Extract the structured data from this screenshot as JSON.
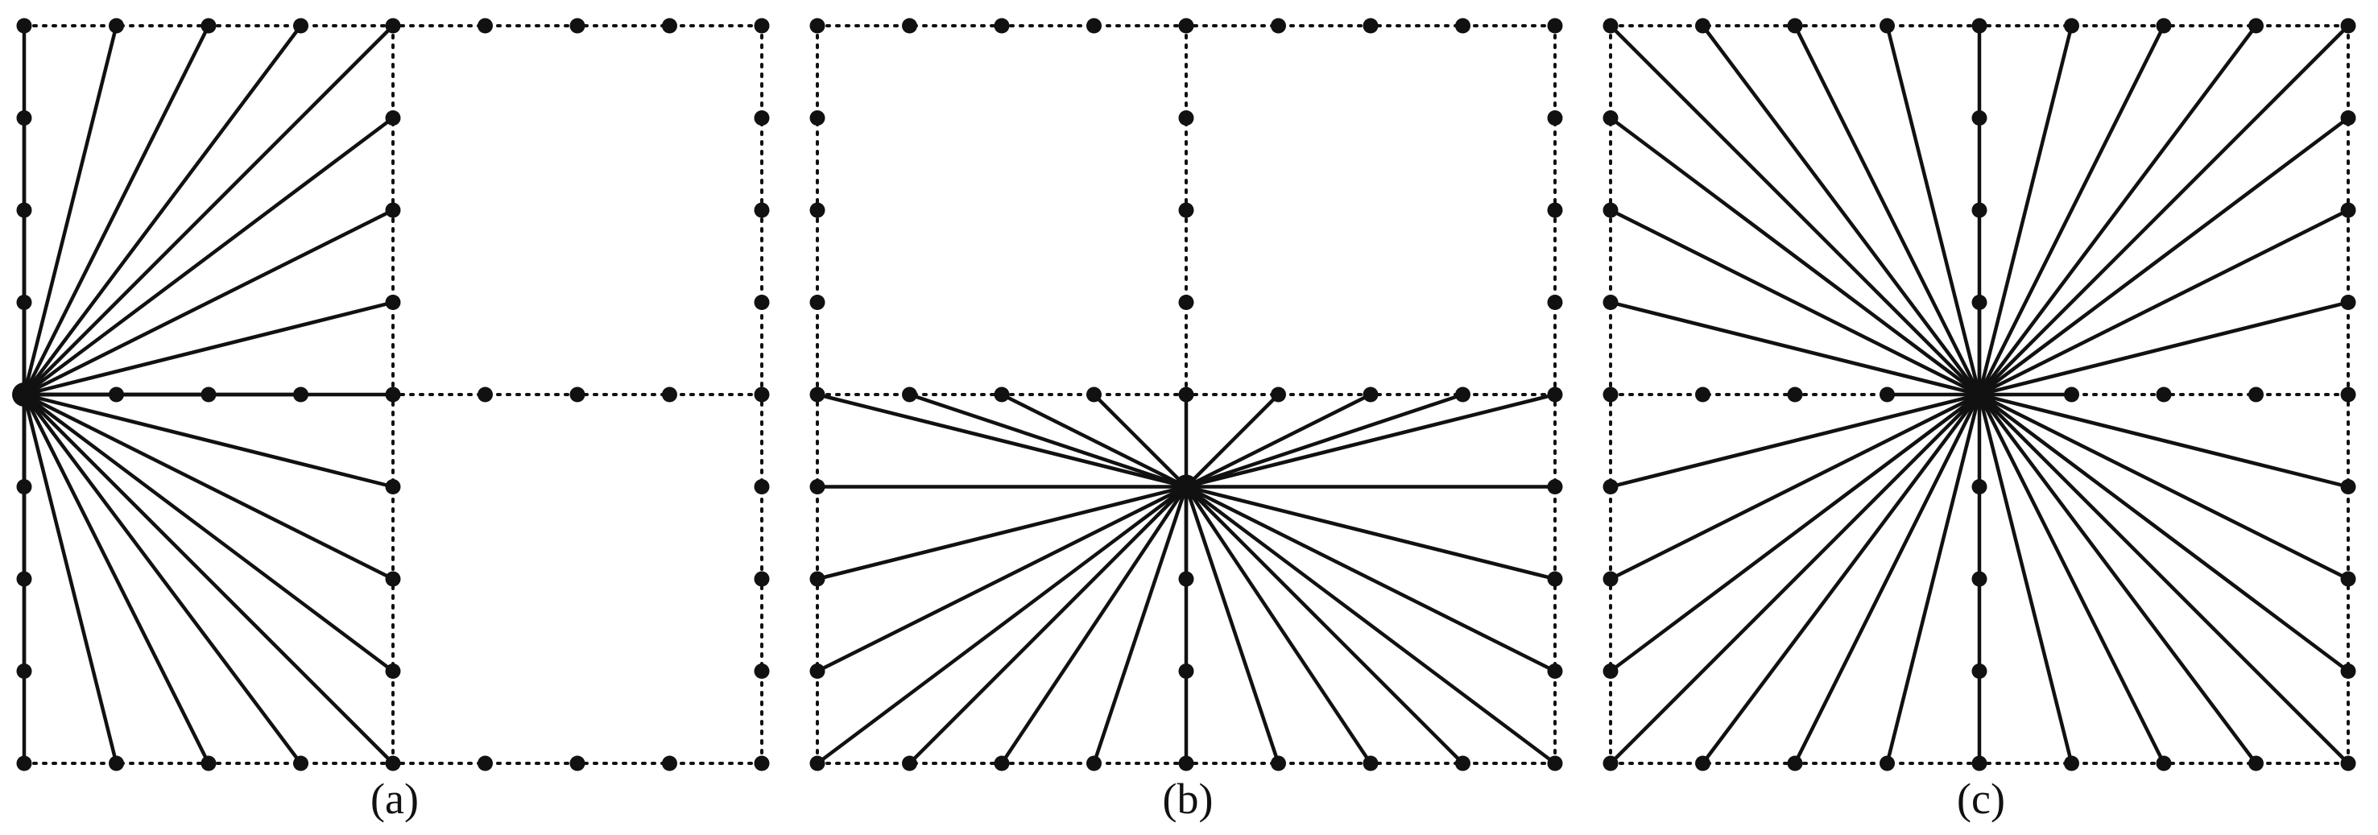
{
  "colors": {
    "ink": "#111111",
    "background": "#ffffff"
  },
  "grid": {
    "points_per_side": 9,
    "center_index": 4
  },
  "panels": [
    {
      "id": "a",
      "label": "(a)",
      "center": [
        0,
        4
      ],
      "dotted_rows": [
        0,
        4,
        8
      ],
      "dotted_cols": [
        0,
        4,
        8
      ],
      "rays": [
        [
          0,
          0
        ],
        [
          1,
          0
        ],
        [
          2,
          0
        ],
        [
          3,
          0
        ],
        [
          4,
          0
        ],
        [
          0,
          1
        ],
        [
          4,
          1
        ],
        [
          0,
          2
        ],
        [
          4,
          2
        ],
        [
          0,
          3
        ],
        [
          4,
          3
        ],
        [
          1,
          4
        ],
        [
          2,
          4
        ],
        [
          3,
          4
        ],
        [
          4,
          4
        ],
        [
          0,
          5
        ],
        [
          4,
          5
        ],
        [
          0,
          6
        ],
        [
          4,
          6
        ],
        [
          0,
          7
        ],
        [
          4,
          7
        ],
        [
          0,
          8
        ],
        [
          1,
          8
        ],
        [
          2,
          8
        ],
        [
          3,
          8
        ],
        [
          4,
          8
        ]
      ]
    },
    {
      "id": "b",
      "label": "(b)",
      "center": [
        4,
        5
      ],
      "dotted_rows": [
        0,
        4,
        8
      ],
      "dotted_cols": [
        0,
        4,
        8
      ],
      "rays": [
        [
          0,
          4
        ],
        [
          1,
          4
        ],
        [
          2,
          4
        ],
        [
          3,
          4
        ],
        [
          4,
          4
        ],
        [
          5,
          4
        ],
        [
          6,
          4
        ],
        [
          7,
          4
        ],
        [
          8,
          4
        ],
        [
          0,
          5
        ],
        [
          8,
          5
        ],
        [
          4,
          6
        ],
        [
          0,
          6
        ],
        [
          8,
          6
        ],
        [
          0,
          7
        ],
        [
          8,
          7
        ],
        [
          0,
          8
        ],
        [
          1,
          8
        ],
        [
          2,
          8
        ],
        [
          3,
          8
        ],
        [
          4,
          8
        ],
        [
          5,
          8
        ],
        [
          6,
          8
        ],
        [
          7,
          8
        ],
        [
          8,
          8
        ]
      ]
    },
    {
      "id": "c",
      "label": "(c)",
      "center": [
        4,
        4
      ],
      "dotted_rows": [
        0,
        4,
        8
      ],
      "dotted_cols": [
        0,
        4,
        8
      ],
      "rays": [
        [
          0,
          0
        ],
        [
          1,
          0
        ],
        [
          2,
          0
        ],
        [
          3,
          0
        ],
        [
          4,
          0
        ],
        [
          5,
          0
        ],
        [
          6,
          0
        ],
        [
          7,
          0
        ],
        [
          8,
          0
        ],
        [
          0,
          1
        ],
        [
          8,
          1
        ],
        [
          0,
          2
        ],
        [
          8,
          2
        ],
        [
          0,
          3
        ],
        [
          4,
          3
        ],
        [
          8,
          3
        ],
        [
          3,
          4
        ],
        [
          5,
          4
        ],
        [
          0,
          5
        ],
        [
          8,
          5
        ],
        [
          0,
          6
        ],
        [
          8,
          6
        ],
        [
          0,
          7
        ],
        [
          8,
          7
        ],
        [
          0,
          8
        ],
        [
          1,
          8
        ],
        [
          2,
          8
        ],
        [
          3,
          8
        ],
        [
          4,
          8
        ],
        [
          5,
          8
        ],
        [
          6,
          8
        ],
        [
          7,
          8
        ],
        [
          8,
          8
        ]
      ]
    }
  ]
}
